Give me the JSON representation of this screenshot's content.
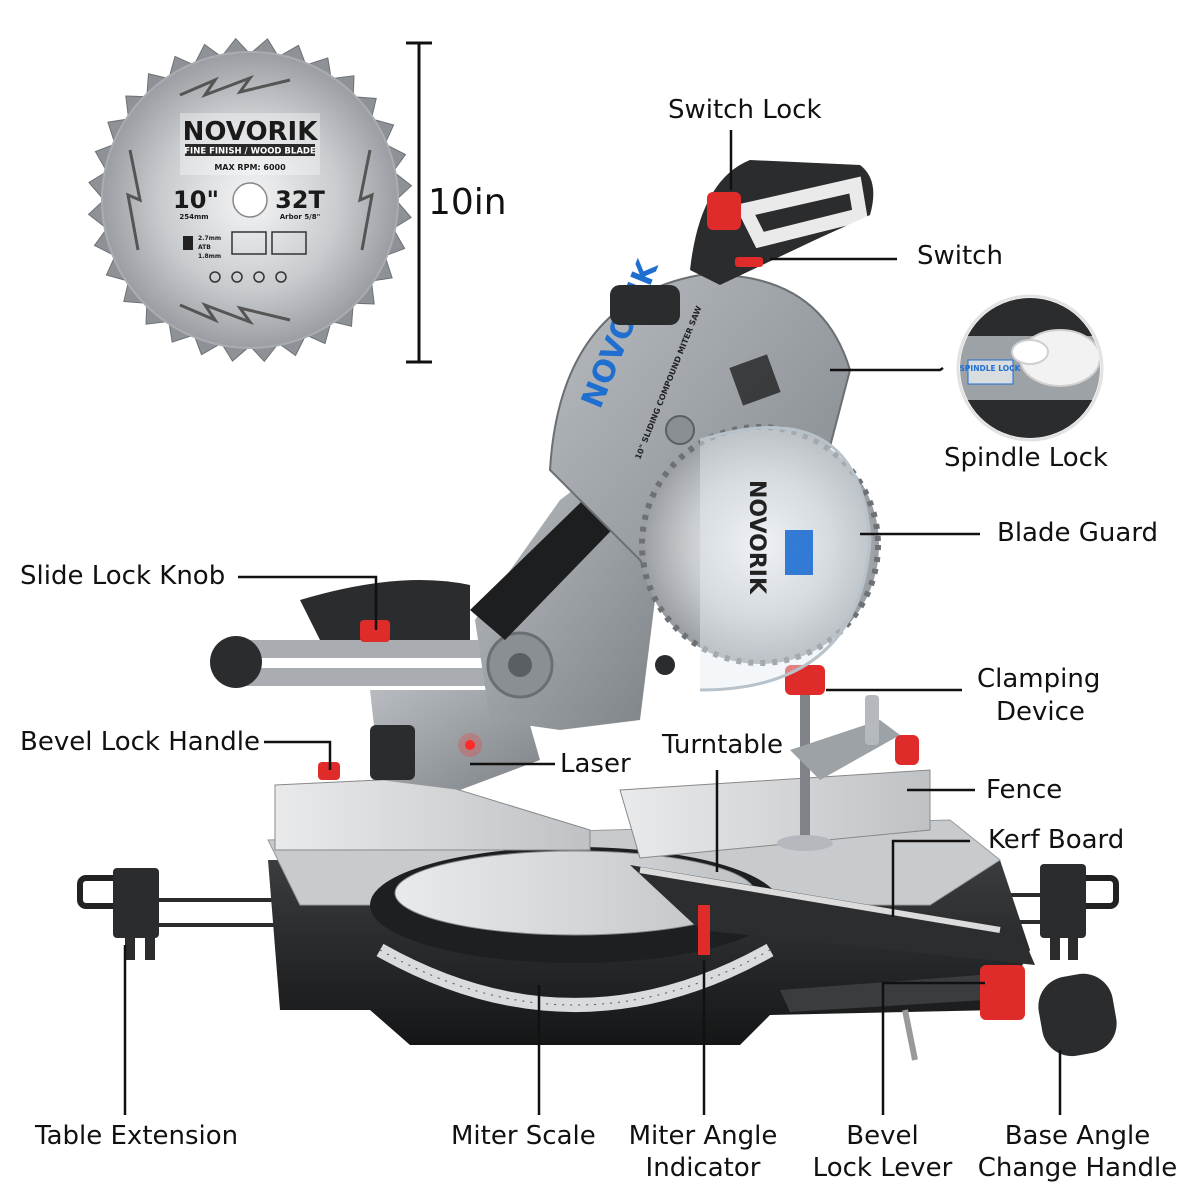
{
  "blade": {
    "brand": "NOVORIK",
    "subtitle": "FINE FINISH / WOOD BLADE",
    "rpm": "MAX RPM: 6000",
    "size": "10\"",
    "size_mm": "254mm",
    "teeth": "32T",
    "arbor": "Arbor 5/8\"",
    "kerf": "2.7mm",
    "grind": "ATB",
    "plate": "1.8mm"
  },
  "dimension_label": "10in",
  "saw_brand": "NOVORIK",
  "saw_model": "10\" SLIDING COMPOUND MITER SAW",
  "spindle_lock_badge": "SPINDLE LOCK",
  "labels": {
    "switch_lock": "Switch Lock",
    "switch": "Switch",
    "spindle_lock": "Spindle Lock",
    "blade_guard": "Blade Guard",
    "slide_lock_knob": "Slide Lock Knob",
    "clamping_device_1": "Clamping",
    "clamping_device_2": "Device",
    "bevel_lock_handle": "Bevel Lock Handle",
    "laser": "Laser",
    "turntable": "Turntable",
    "fence": "Fence",
    "kerf_board": "Kerf Board",
    "table_extension": "Table Extension",
    "miter_scale": "Miter Scale",
    "miter_angle_indicator_1": "Miter Angle",
    "miter_angle_indicator_2": "Indicator",
    "bevel_lock_lever_1": "Bevel",
    "bevel_lock_lever_2": "Lock Lever",
    "base_angle_handle_1": "Base Angle",
    "base_angle_handle_2": "Change Handle"
  },
  "colors": {
    "accent_red": "#e02b2b",
    "body_gray": "#9da2a6",
    "base_black": "#222426",
    "table_silver": "#d4d6d8",
    "label_blue": "#1f6fd1"
  }
}
